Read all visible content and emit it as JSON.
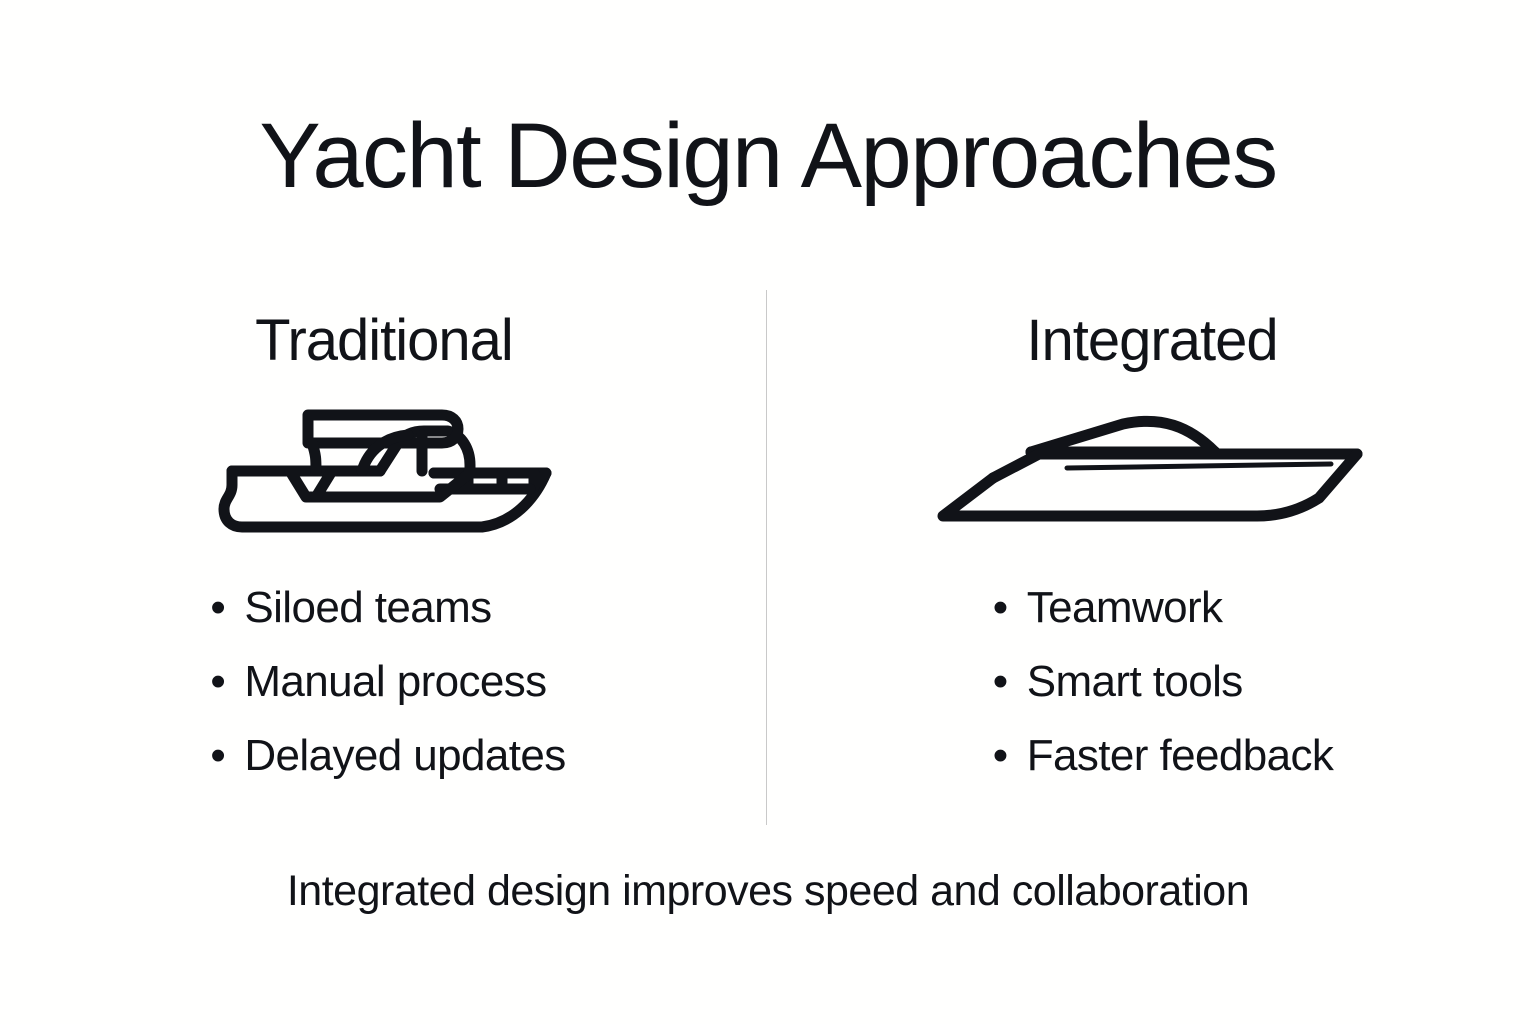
{
  "slide": {
    "title": "Yacht Design Approaches",
    "footer": "Integrated design improves speed and collaboration",
    "background_color": "#fffffe",
    "text_color": "#111318",
    "divider_color": "#c9c9c9",
    "bullet_glyph": "•"
  },
  "columns": [
    {
      "heading": "Traditional",
      "icon": "motor-yacht-flybridge-icon",
      "bullets": [
        "Siloed teams",
        "Manual process",
        "Delayed updates"
      ]
    },
    {
      "heading": "Integrated",
      "icon": "sleek-speedboat-icon",
      "bullets": [
        "Teamwork",
        "Smart tools",
        "Faster feedback"
      ]
    }
  ]
}
